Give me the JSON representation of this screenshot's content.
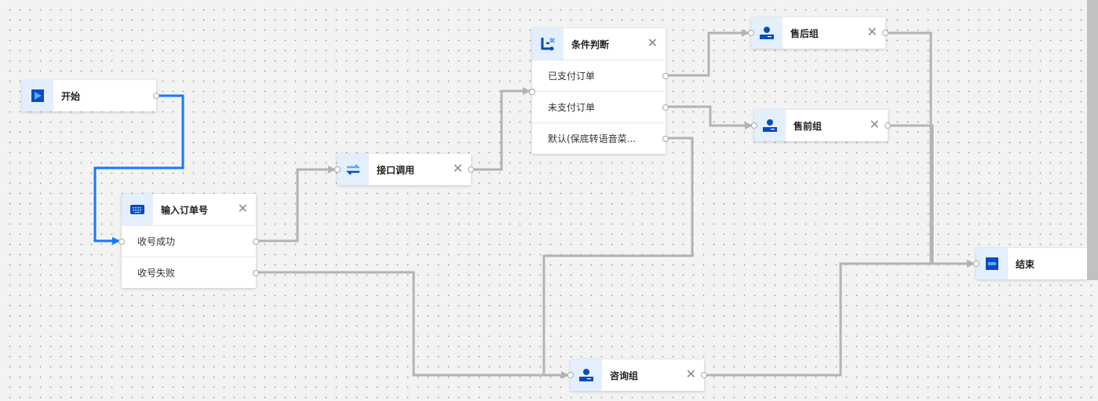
{
  "colors": {
    "active_edge": "#1677ff",
    "edge": "#b3b3b3",
    "icon": "#0a4bbd",
    "icon_bg": "#e3effd"
  },
  "nodes": {
    "start": {
      "title": "开始",
      "icon": "play-icon"
    },
    "input_order": {
      "title": "输入订单号",
      "icon": "keyboard-icon",
      "rows": [
        "收号成功",
        "收号失败"
      ]
    },
    "api_call": {
      "title": "接口调用",
      "icon": "swap-arrows-icon"
    },
    "condition": {
      "title": "条件判断",
      "icon": "branch-icon",
      "rows": [
        "已支付订单",
        "未支付订单",
        "默认(保底转语音菜..."
      ]
    },
    "after_sales": {
      "title": "售后组",
      "icon": "agent-icon"
    },
    "pre_sales": {
      "title": "售前组",
      "icon": "agent-icon"
    },
    "consult": {
      "title": "咨询组",
      "icon": "agent-icon"
    },
    "end": {
      "title": "结束",
      "icon": "stop-icon"
    }
  },
  "close_glyph": "✕"
}
